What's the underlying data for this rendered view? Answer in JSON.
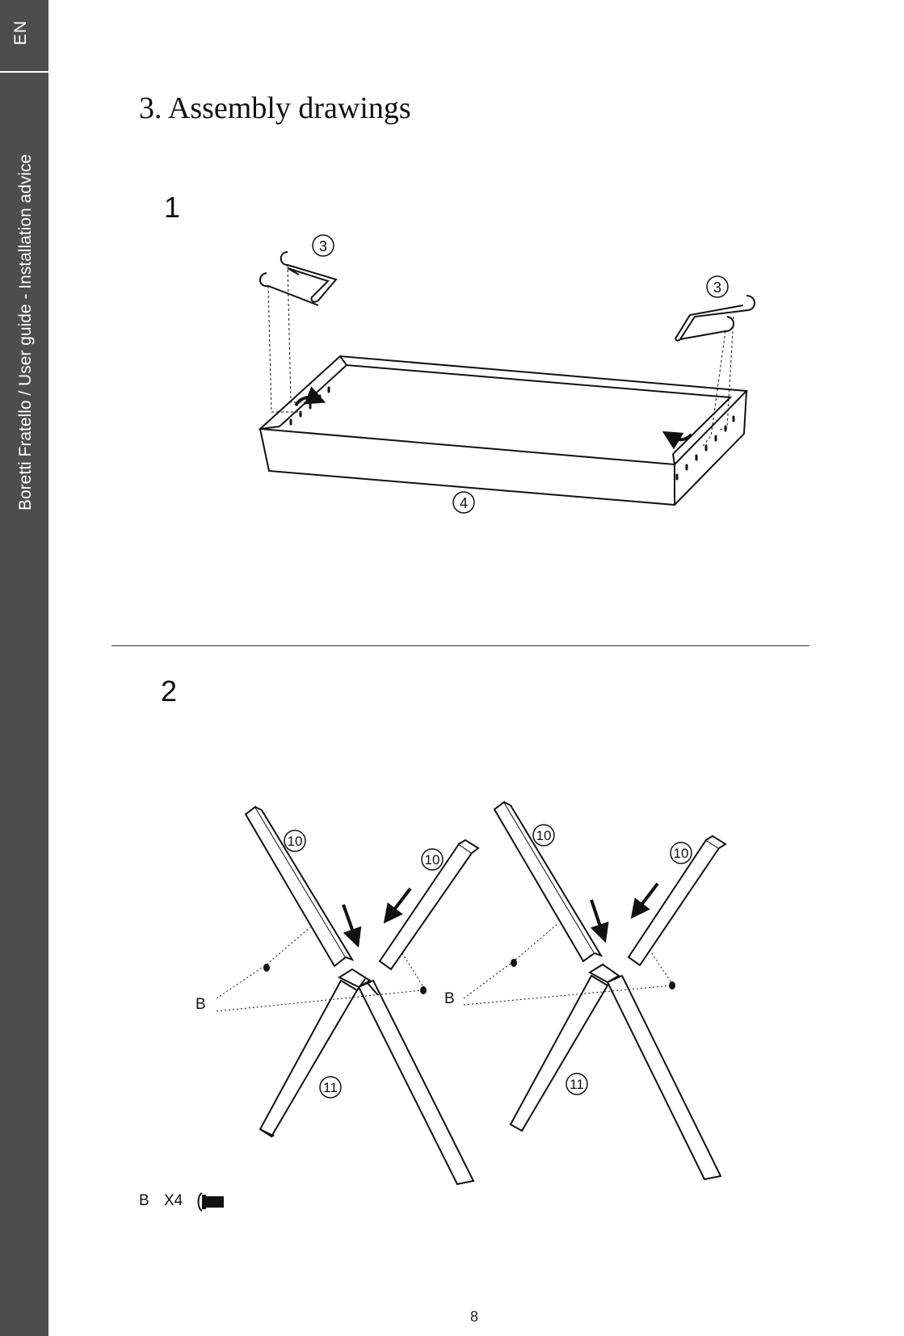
{
  "sidebar": {
    "language": "EN",
    "title": "Boretti Fratello / User guide - Installation advice"
  },
  "heading": "3. Assembly drawings",
  "step1": {
    "number": "1",
    "callouts": {
      "handle_left": "3",
      "handle_right": "3",
      "tray": "4"
    }
  },
  "step2": {
    "number": "2",
    "left_leg": {
      "upper_left": "10",
      "upper_right": "10",
      "lower": "11",
      "screw_label": "B"
    },
    "right_leg": {
      "upper_left": "10",
      "upper_right": "10",
      "lower": "11",
      "screw_label": "B"
    }
  },
  "hardware": {
    "label": "B",
    "quantity": "X4"
  },
  "page_number": "8",
  "colors": {
    "sidebar": "#4d4d4d",
    "line": "#111111"
  }
}
